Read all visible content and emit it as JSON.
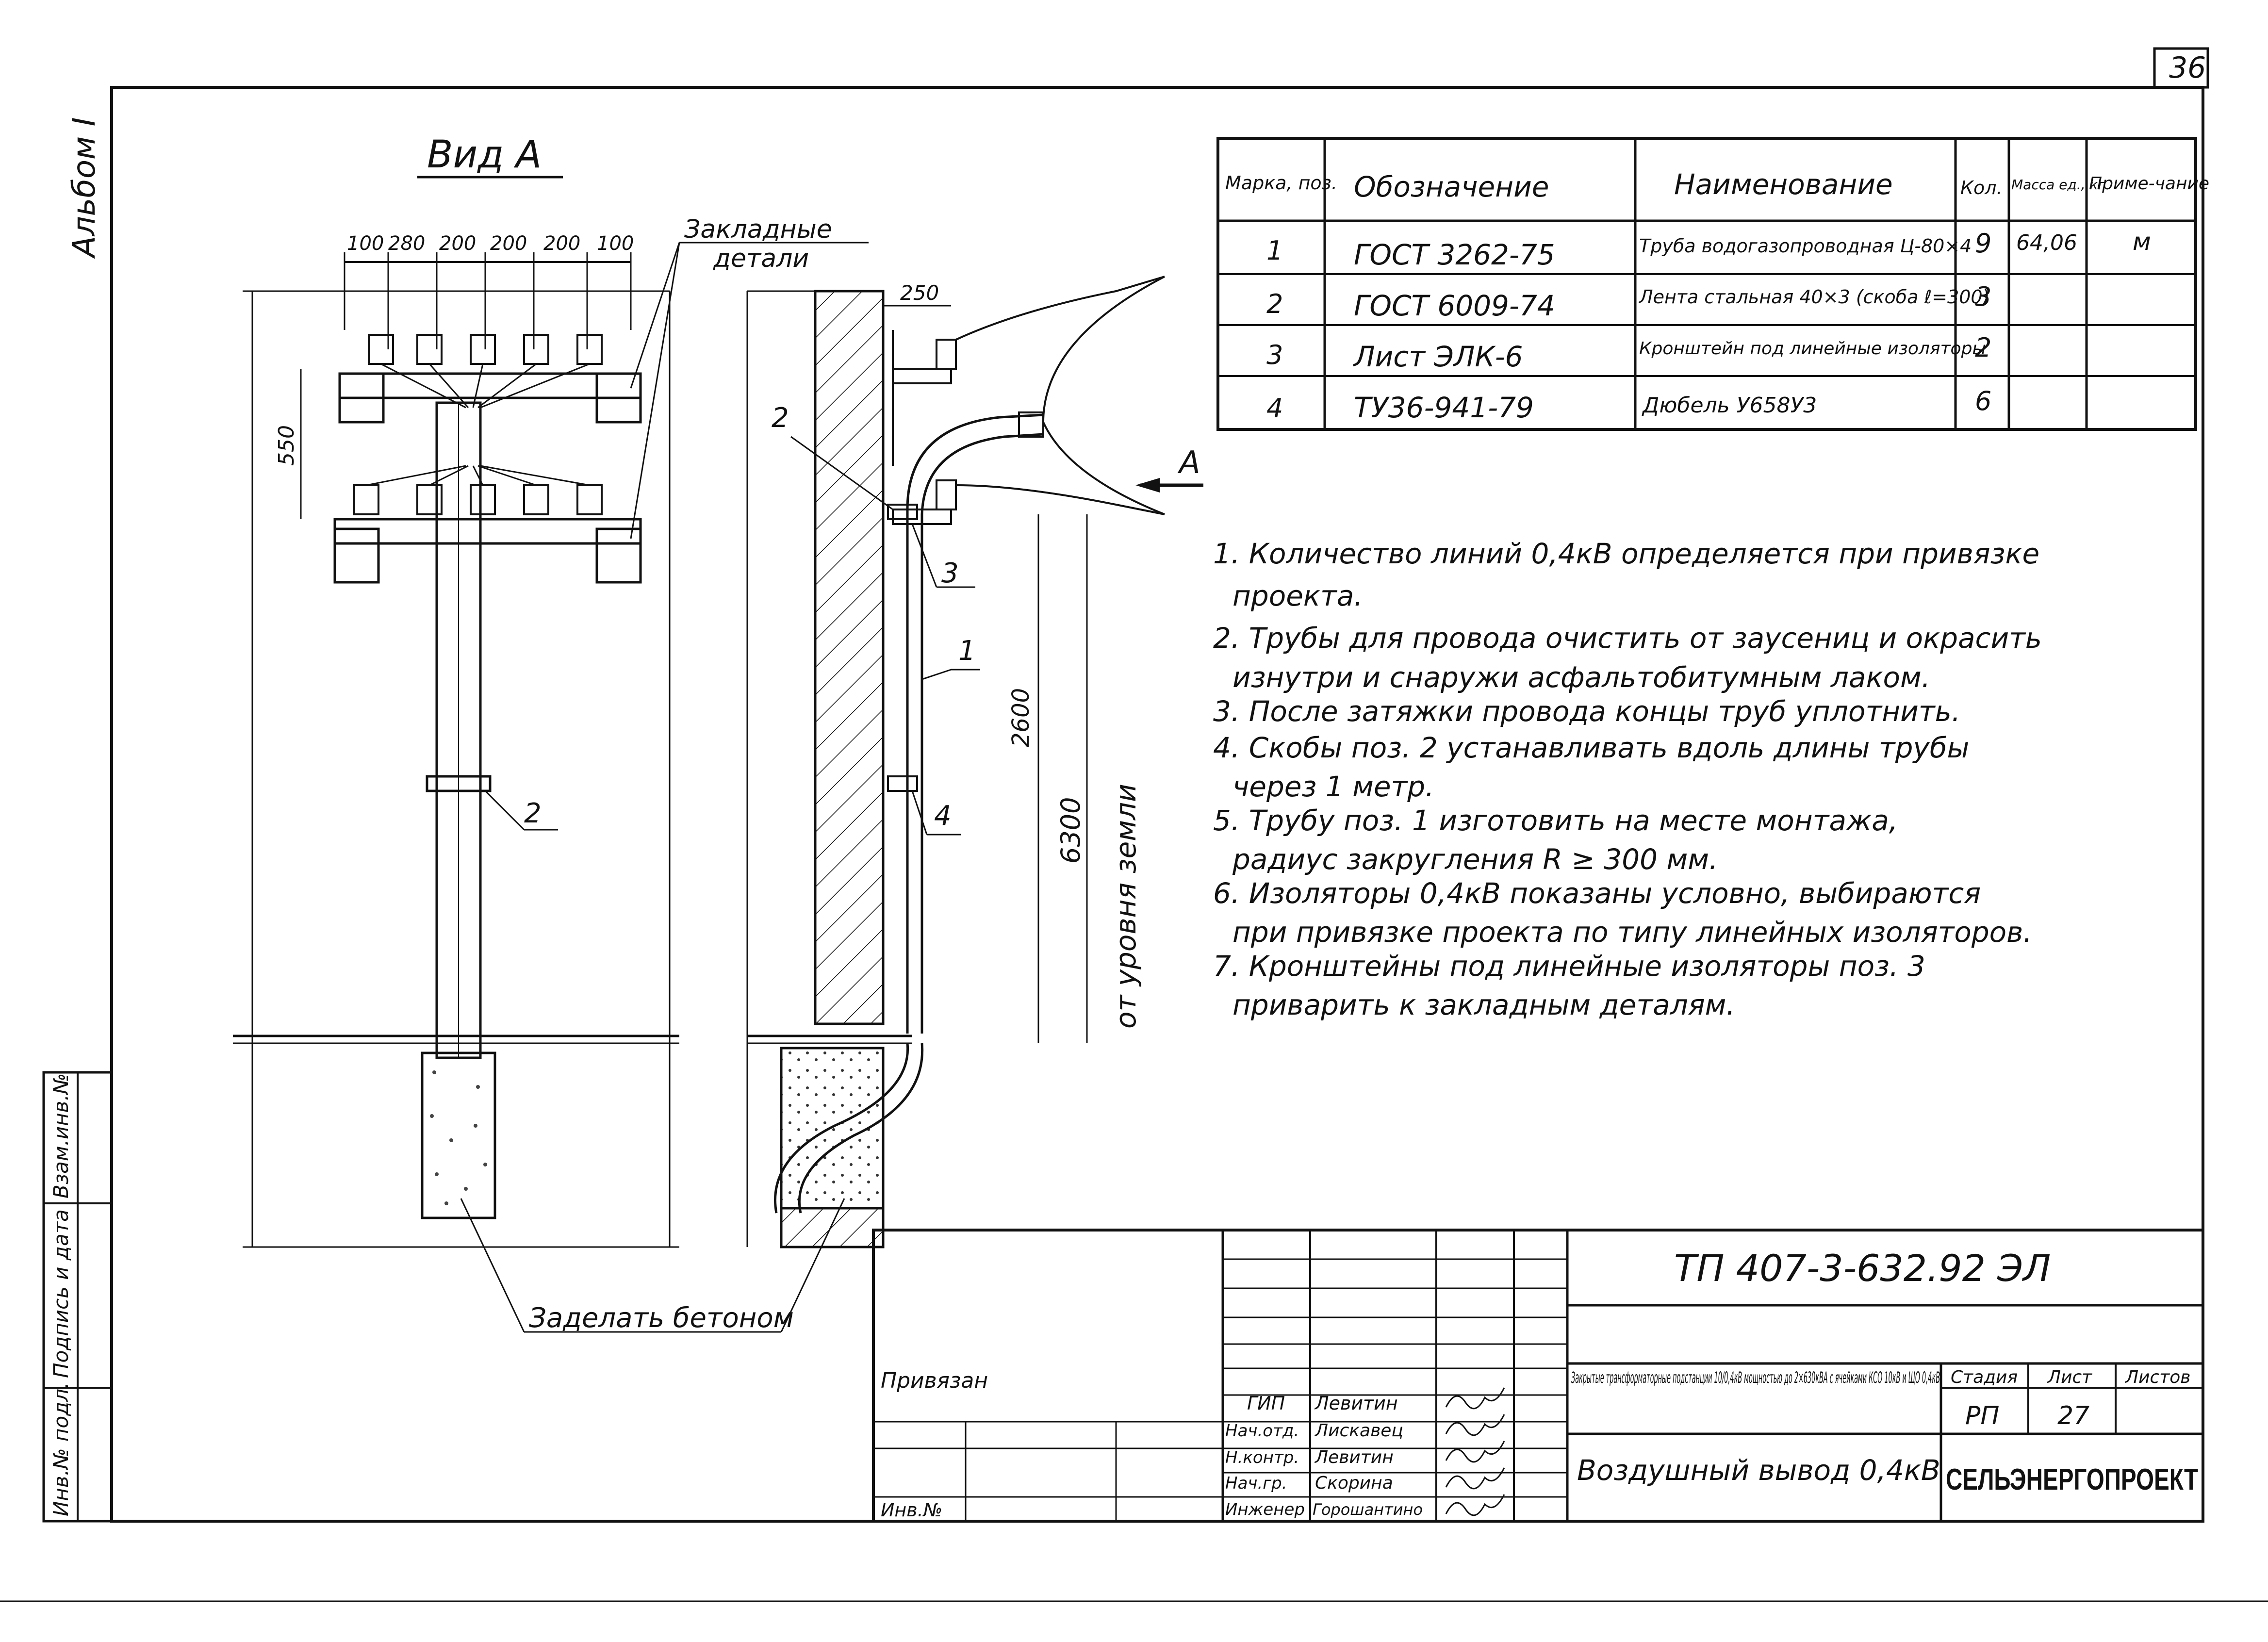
{
  "sheet_number": "36",
  "album_label": "Альбом I",
  "view_title": "Вид А",
  "embedded_parts_label": [
    "Закладные",
    "детали"
  ],
  "concrete_label": "Заделать бетоном",
  "arrow_label": "А",
  "ground_label": "от уровня земли",
  "dimensions": {
    "top_spacing": [
      "100",
      "280",
      "200",
      "200",
      "200",
      "100"
    ],
    "vertical_550": "550",
    "side_250": "250",
    "side_2600": "2600",
    "side_6300": "6300"
  },
  "callouts": [
    "1",
    "2",
    "3",
    "4"
  ],
  "callout_2_front": "2",
  "spec_table": {
    "headers": [
      "Марка, поз.",
      "Обозначение",
      "Наименование",
      "Кол.",
      "Масса ед., кг",
      "Приме-чание"
    ],
    "rows": [
      {
        "pos": "1",
        "designation": "ГОСТ 3262-75",
        "name": "Труба водогазопроводная Ц-80×4",
        "qty": "9",
        "mass": "64,06",
        "note": "м"
      },
      {
        "pos": "2",
        "designation": "ГОСТ 6009-74",
        "name": "Лента стальная 40×3 (скоба ℓ=300)",
        "qty": "3",
        "mass": "",
        "note": ""
      },
      {
        "pos": "3",
        "designation": "Лист ЭЛК-6",
        "name": "Кронштейн под линейные изоляторы",
        "qty": "2",
        "mass": "",
        "note": ""
      },
      {
        "pos": "4",
        "designation": "ТУ36-941-79",
        "name": "Дюбель У658У3",
        "qty": "6",
        "mass": "",
        "note": ""
      }
    ]
  },
  "notes": [
    "1. Количество линий 0,4кВ определяется при привязке",
    "проекта.",
    "2. Трубы для провода очистить от заусениц и окрасить",
    "изнутри и снаружи асфальтобитумным лаком.",
    "3. После затяжки провода концы труб уплотнить.",
    "4. Скобы поз. 2 устанавливать вдоль длины трубы",
    "через 1 метр.",
    "5. Трубу поз. 1 изготовить на месте монтажа,",
    "радиус закругления R ≥ 300 мм.",
    "6. Изоляторы 0,4кВ показаны условно, выбираются",
    "при привязке проекта по типу линейных изоляторов.",
    "7. Кронштейны под линейные изоляторы поз. 3",
    "приварить к закладным деталям."
  ],
  "title_block": {
    "code": "ТП 407-3-632.92 ЭЛ",
    "attached_label": "Привязан",
    "inv_label": "Инв.№",
    "roles": [
      "ГИП",
      "Нач.отд.",
      "Н.контр.",
      "Нач.гр.",
      "Инженер"
    ],
    "names": [
      "Левитин",
      "Лискавец",
      "Левитин",
      "Скорина",
      "Горошантино"
    ],
    "project_title": "Закрытые трансформаторные подстанции 10/0,4кВ мощностью до 2×630кВА с ячейками КСО 10кВ и ЩО 0,4кВ",
    "sheet_title": "Воздушный вывод 0,4кВ",
    "stage_header": "Стадия",
    "sheet_header": "Лист",
    "sheets_header": "Листов",
    "stage": "РП",
    "sheet": "27",
    "sheets": "",
    "organization": "СЕЛЬЭНЕРГОПРОЕКТ"
  },
  "left_strip": [
    "Инв.№ подл.",
    "Подпись и дата",
    "Взам.инв.№"
  ]
}
